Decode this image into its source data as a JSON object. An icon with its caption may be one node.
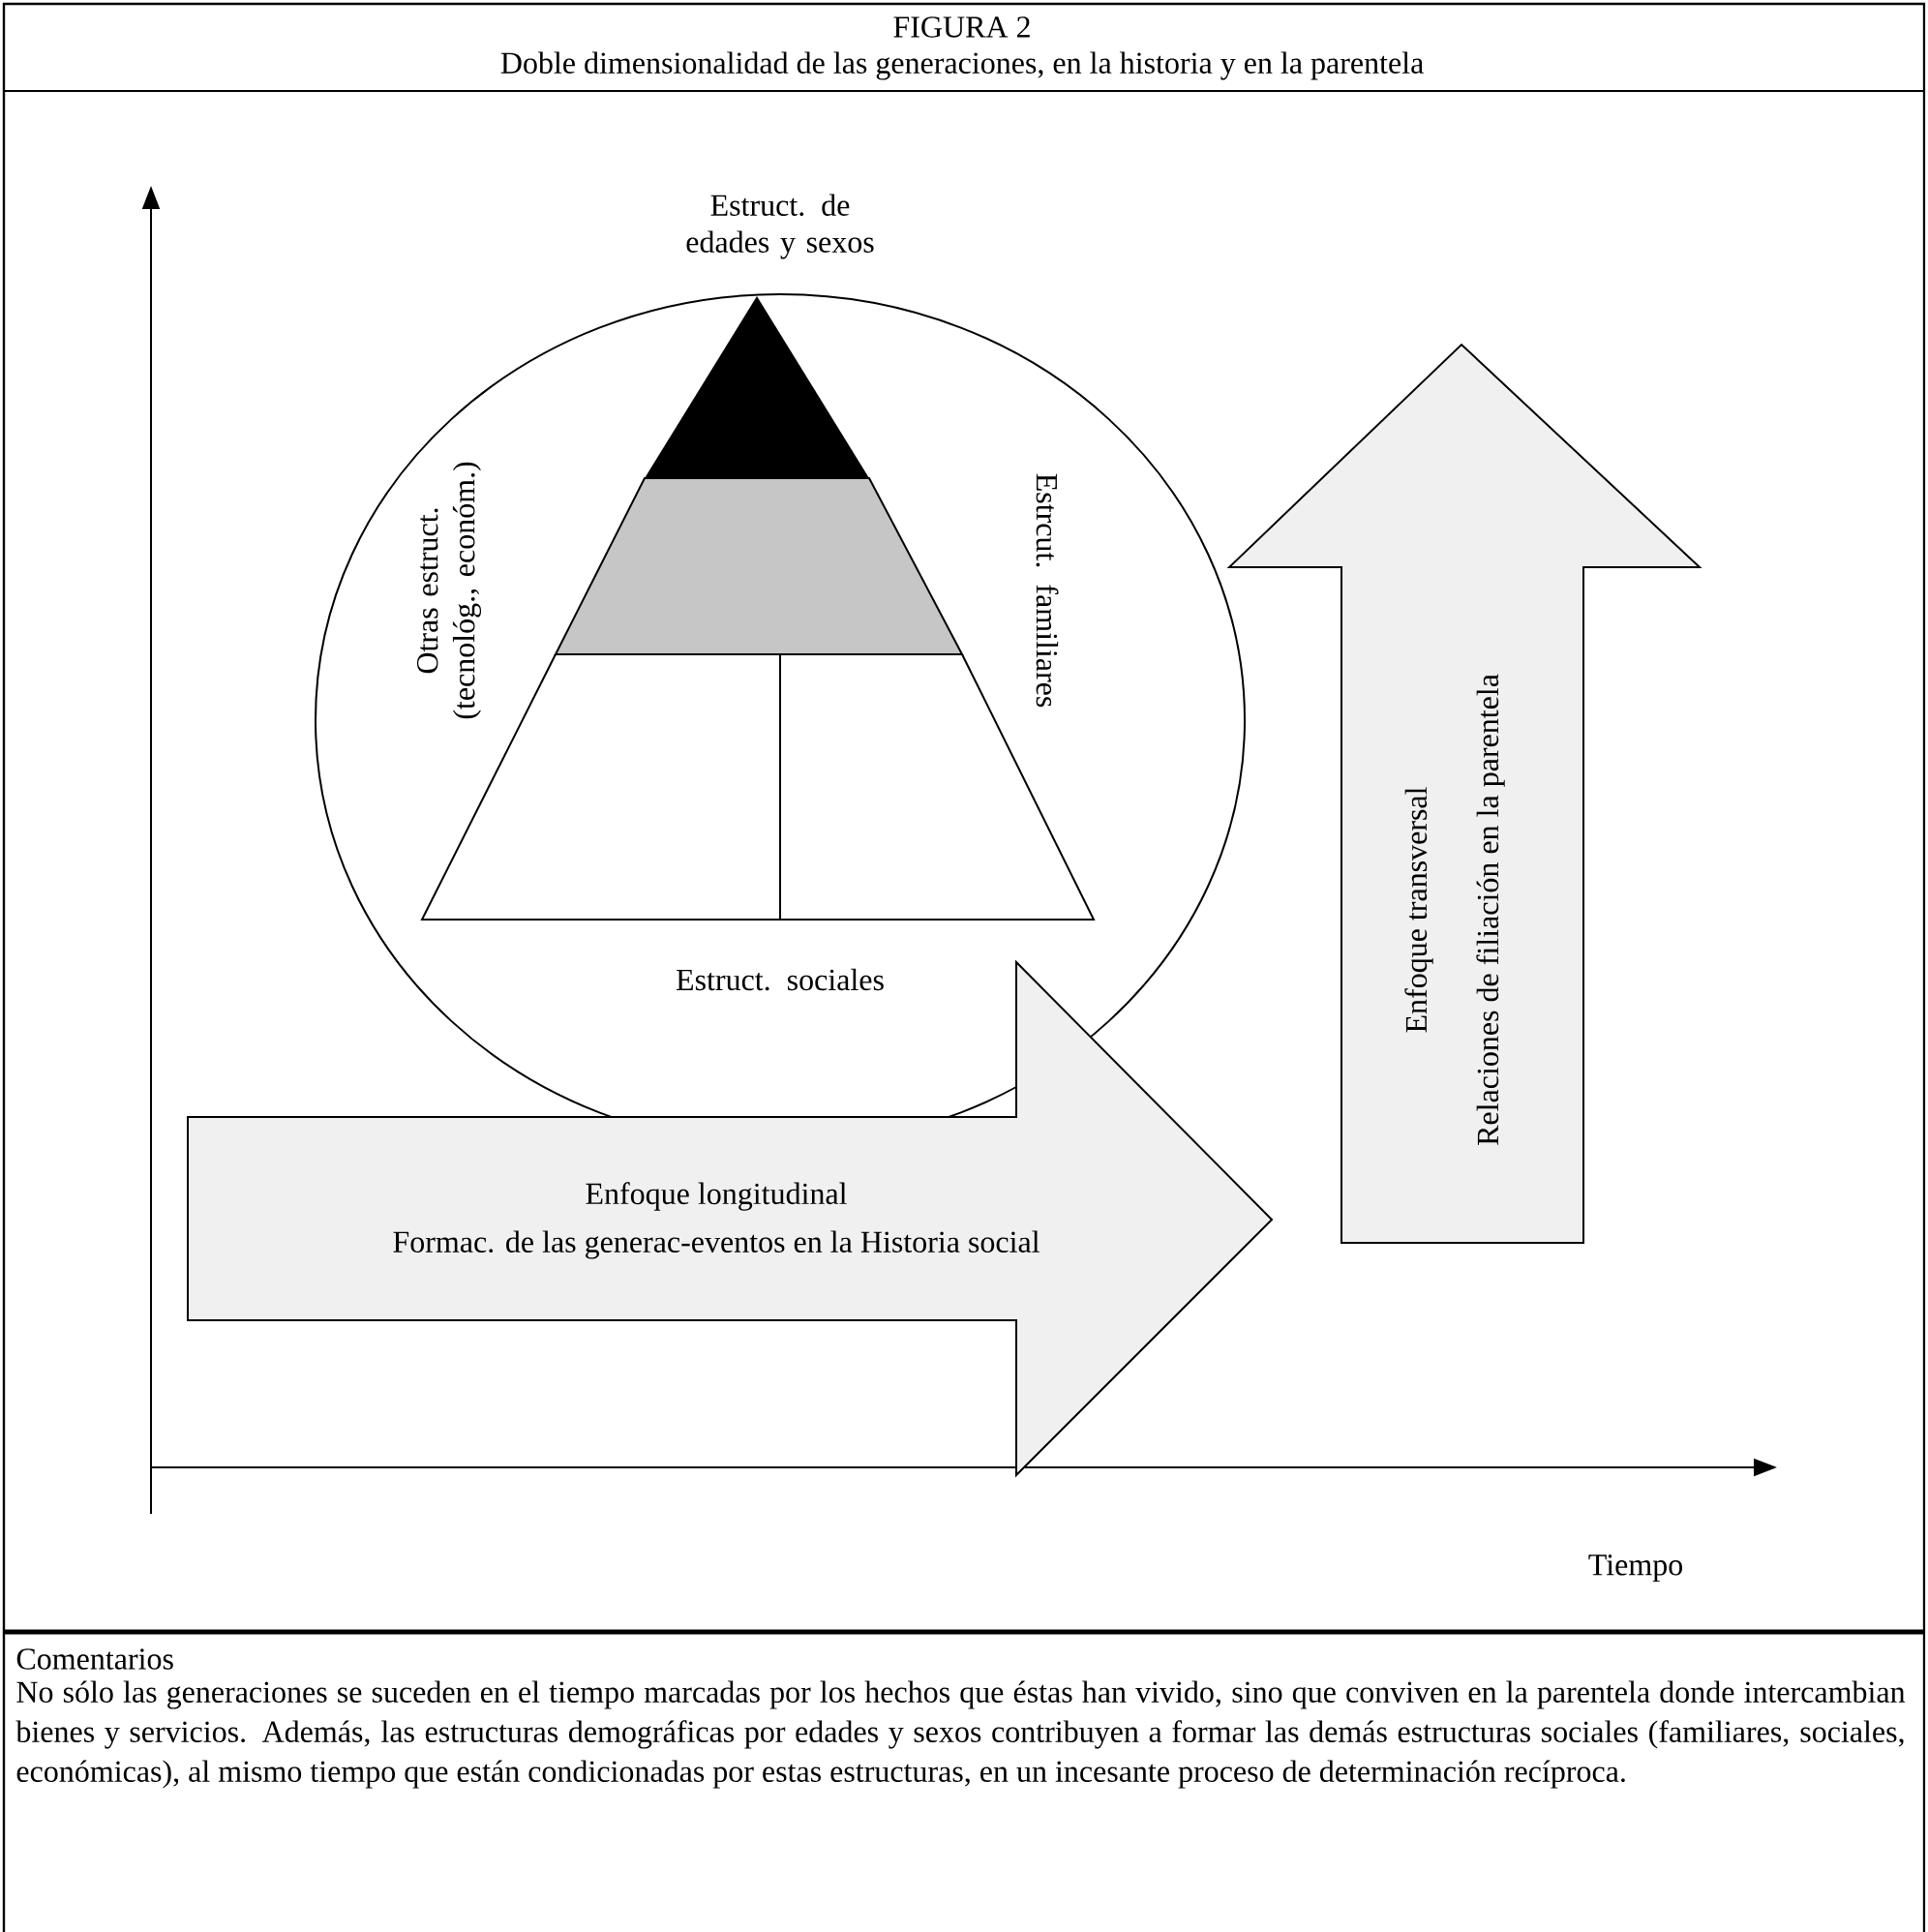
{
  "diagram": {
    "title": "FIGURA 2",
    "nodes": [
      {
        "text": [
          "Estruct. de edades y sexos",
          "Otras estruct. (tecnológ., económ.)",
          "Estrcut. familiares",
          "Estruct. sociales"
        ]
      },
      {
        "text": [
          "Enfoque longitudinal",
          "Formac. de las generac-eventos en la Historia social"
        ]
      },
      {
        "text": [
          "Enfoque transversal",
          "Relaciones de filiación en la parentela"
        ]
      }
    ],
    "edges": [],
    "labels": [
      "Doble dimensionalidad de las generaciones, en la historia y en la parentela",
      "Tiempo",
      "Comentarios",
      "No sólo las generaciones se suceden en el tiempo marcadas por los hechos que éstas han vivido, sino que conviven en la parentela donde intercambian bienes y servicios. Además, las estructuras demográficas por edades y sexos contribuyen a formar las demás estructuras sociales (familiares, sociales, económicas), al mismo tiempo que están condicionadas por estas estructuras, en un incesante proceso de determinación recíproca."
    ]
  }
}
